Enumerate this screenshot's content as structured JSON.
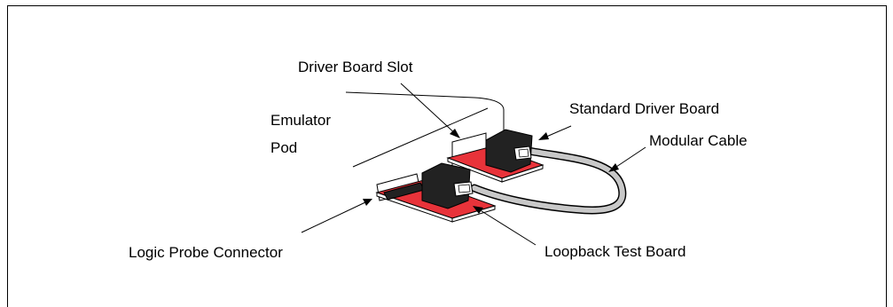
{
  "labels": {
    "driver_board_slot": "Driver Board Slot",
    "emulator_pod_line1": "Emulator",
    "emulator_pod_line2": "Pod",
    "standard_driver_board": "Standard Driver Board",
    "modular_cable": "Modular Cable",
    "logic_probe_connector": "Logic Probe Connector",
    "loopback_test_board": "Loopback Test Board"
  },
  "colors": {
    "board": "#e8333a",
    "plug": "#222222",
    "cable_fill": "#c8c8c8",
    "outline": "#000000"
  }
}
